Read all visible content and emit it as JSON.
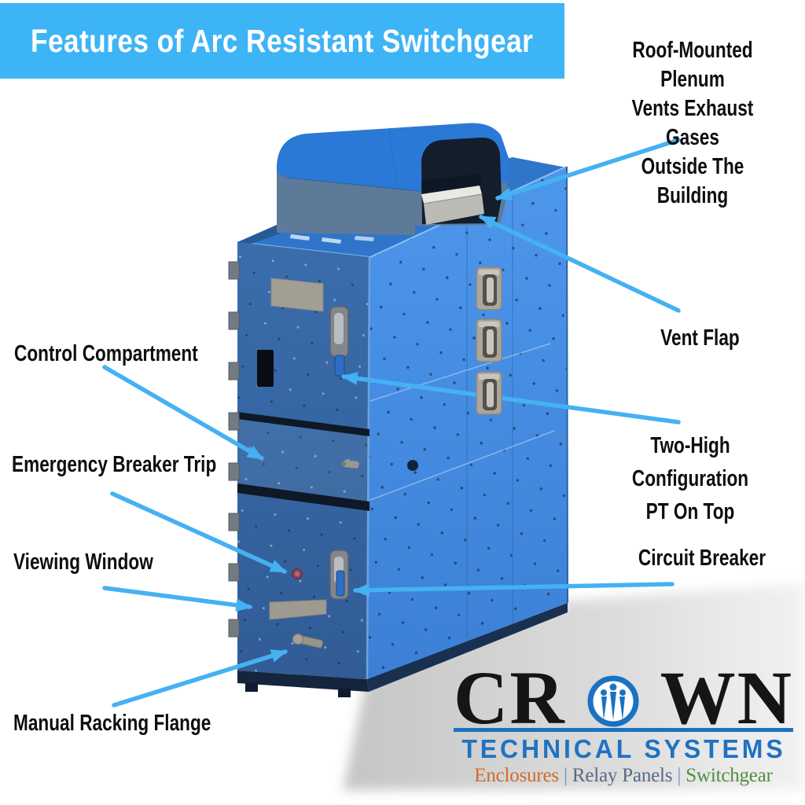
{
  "banner": {
    "title": "Features of Arc Resistant Switchgear"
  },
  "callouts": {
    "roof_plenum": {
      "label": "Roof-Mounted Plenum\nVents Exhaust Gases\nOutside The Building"
    },
    "vent_flap": {
      "label": "Vent Flap"
    },
    "control_compartment": {
      "label": "Control Compartment"
    },
    "emergency_breaker_trip": {
      "label": "Emergency Breaker Trip"
    },
    "viewing_window": {
      "label": "Viewing Window"
    },
    "manual_racking_flange": {
      "label": "Manual Racking Flange"
    },
    "two_high_configuration": {
      "label": "Two-High Configuration\nPT On Top"
    },
    "circuit_breaker": {
      "label": "Circuit Breaker"
    }
  },
  "logo": {
    "brand_prefix": "CR",
    "brand_suffix": "WN",
    "subtitle": "TECHNICAL SYSTEMS",
    "tagline": {
      "item1": "Enclosures",
      "separator": "|",
      "item2": "Relay Panels",
      "item3": "Switchgear"
    }
  },
  "colors": {
    "banner_blue": "#3db4f6",
    "arrow_blue": "#45b1f2",
    "cabinet_side_blue": "#3f88de",
    "cabinet_front_blue": "#35639f",
    "plenum_shadow_blue": "#5e7a99",
    "logo_blue": "#1a72c2",
    "logo_orange": "#cf6b2d",
    "logo_slate": "#556b82",
    "logo_green": "#4f8f3e",
    "label_black": "#0e0e0e"
  }
}
